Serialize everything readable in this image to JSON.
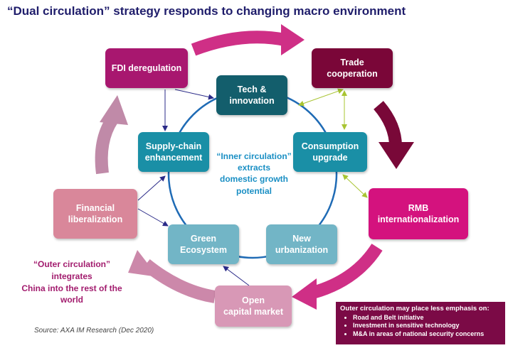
{
  "title": "“Dual circulation” strategy responds to changing macro environment",
  "boxes": {
    "fdi": "FDI deregulation",
    "trade": "Trade\ncooperation",
    "tech": "Tech &\ninnovation",
    "supply": "Supply-chain\nenhancement",
    "consumption": "Consumption\nupgrade",
    "rmb": "RMB\ninternationalization",
    "financial": "Financial\nliberalization",
    "green": "Green\nEcosystem",
    "urban": "New\nurbanization",
    "capital": "Open\ncapital market"
  },
  "inner_text": "“Inner circulation”\nextracts\ndomestic growth\npotential",
  "outer_text": "“Outer circulation”\nintegrates\nChina into the rest of the\nworld",
  "note": {
    "heading": "Outer circulation may place less emphasis on:",
    "items": [
      "Road and Belt initiative",
      "Investment in sensitive technology",
      "M&A in areas of national security concerns"
    ]
  },
  "source": "Source: AXA IM Research (Dec 2020)",
  "colors": {
    "title": "#1f1d6b",
    "fdi": "#a8176f",
    "trade": "#7a0638",
    "rmb": "#d4127e",
    "capital": "#d898b6",
    "financial": "#d9879a",
    "teal_dark": "#135e6c",
    "teal": "#1a8fa6",
    "teal_light": "#72b5c6",
    "circle": "#1f6bb5",
    "inner_text": "#1a8fc4",
    "outer_text": "#a21c6e",
    "note_bg": "#7b0a46"
  }
}
